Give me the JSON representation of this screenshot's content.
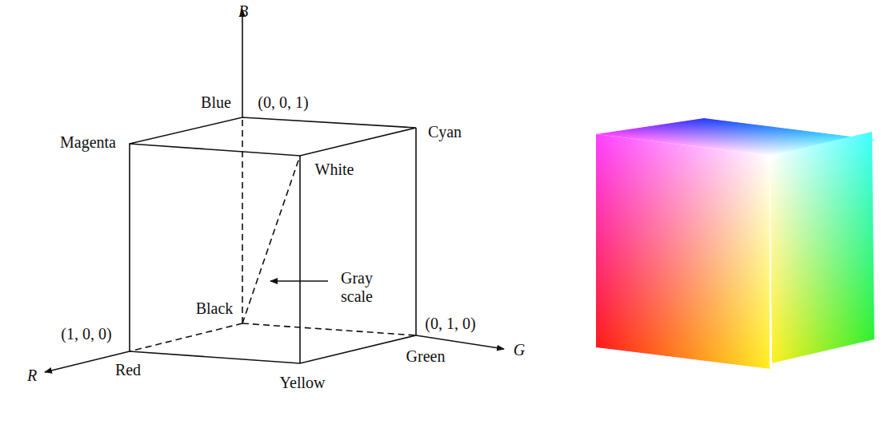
{
  "diagram": {
    "labels": [
      "B",
      "Blue",
      "(0, 0, 1)",
      "Magenta",
      "Cyan",
      "White",
      "Gray scale",
      "Black",
      "(1, 0, 0)",
      "(0, 1, 0)",
      "Red",
      "R",
      "Yellow",
      "Green",
      "G"
    ]
  }
}
